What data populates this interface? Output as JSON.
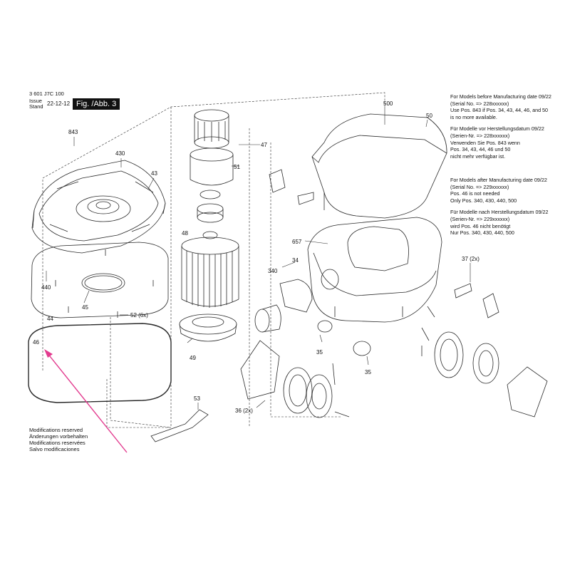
{
  "header": {
    "model_number": "3 601 J7C 100",
    "issue_label": "Issue",
    "stand_label": "Stand",
    "date": "22-12-12",
    "figure_label": "Fig. /Abb. 3"
  },
  "notes_before": [
    "For Models before Manufacturing date 09/22",
    "(Serial No. => 228xxxxxx)",
    "Use Pos. 843 if Pos. 34, 43, 44, 46, and 50",
    "is no more available.",
    "",
    "Für Modelle vor Herstellungsdatum 09/22",
    "(Serien-Nr. => 228xxxxxx)",
    "Verwenden Sie Pos. 843 wenn",
    "Pos. 34, 43, 44, 46 und 50",
    "nicht mehr verfügbar ist."
  ],
  "notes_after": [
    "For Models after Manufacturing date 09/22",
    "(Serial No. => 229xxxxxx)",
    "Pos. 46 is not needed",
    "Only  Pos. 340, 430, 440, 500",
    "",
    "Für Modelle nach Herstellungsdatum 09/22",
    "(Serien-Nr. => 229xxxxxx)",
    "wird Pos. 46 nicht benötigt",
    "Nur Pos. 340, 430, 440, 500"
  ],
  "modifications": [
    "Modifications reserved",
    "Änderungen vorbehalten",
    "Modifications reservées",
    "Salvo modificaciones"
  ],
  "callouts": {
    "p843": "843",
    "p430": "430",
    "p43": "43",
    "p440": "440",
    "p45": "45",
    "p44": "44",
    "p52": "52 (6x)",
    "p46": "46",
    "p500": "500",
    "p50": "50",
    "p47": "47",
    "p51": "51",
    "p48": "48",
    "p49": "49",
    "p657": "657",
    "p34": "34",
    "p340": "340",
    "p37": "37 (2x)",
    "p35a": "35",
    "p35b": "35",
    "p53": "53",
    "p36": "36 (2x)"
  },
  "colors": {
    "line": "#2a2a2a",
    "arrow": "#e23a8e",
    "figure_tag_bg": "#111111"
  }
}
